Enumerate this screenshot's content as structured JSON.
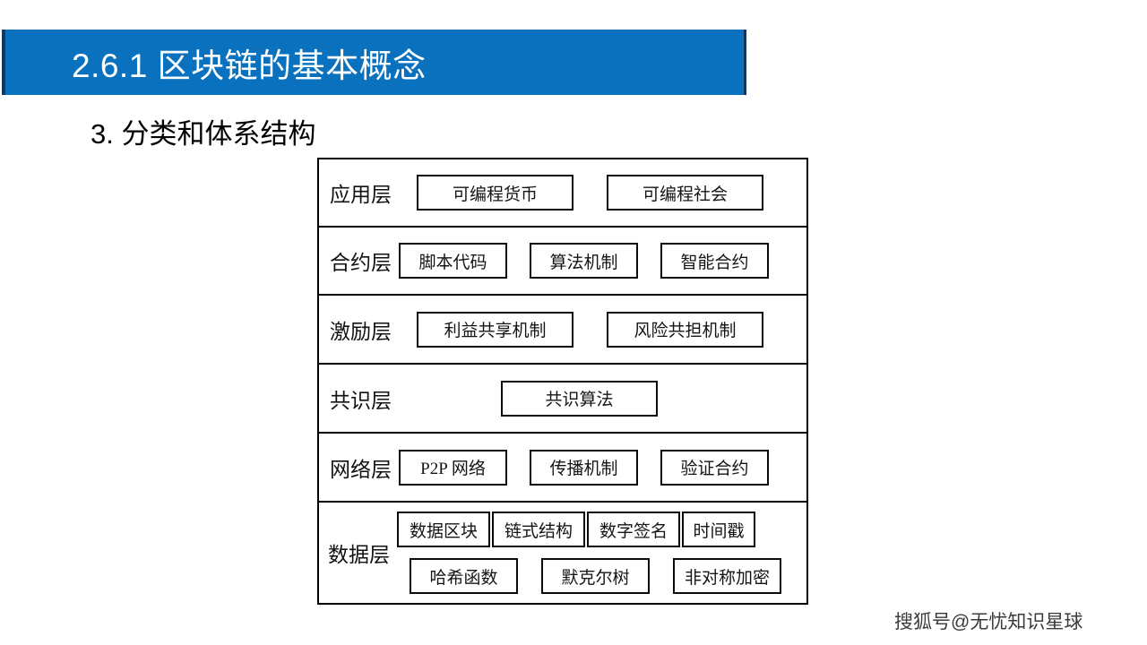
{
  "slide": {
    "title": "2.6.1 区块链的基本概念",
    "subtitle": "3. 分类和体系结构",
    "watermark": "搜狐号@无忧知识星球",
    "colors": {
      "banner_blue": "#0a71be",
      "banner_border": "#17365d",
      "title_text": "#ffffff",
      "body_text": "#000000",
      "box_border": "#0a0a0a",
      "background": "#ffffff"
    }
  },
  "diagram": {
    "type": "layered-architecture",
    "layers": [
      {
        "label": "应用层",
        "items": [
          "可编程货币",
          "可编程社会"
        ]
      },
      {
        "label": "合约层",
        "items": [
          "脚本代码",
          "算法机制",
          "智能合约"
        ]
      },
      {
        "label": "激励层",
        "items": [
          "利益共享机制",
          "风险共担机制"
        ]
      },
      {
        "label": "共识层",
        "items": [
          "共识算法"
        ]
      },
      {
        "label": "网络层",
        "items": [
          "P2P 网络",
          "传播机制",
          "验证合约"
        ]
      },
      {
        "label": "数据层",
        "items_row1": [
          "数据区块",
          "链式结构",
          "数字签名",
          "时间戳"
        ],
        "items_row2": [
          "哈希函数",
          "默克尔树",
          "非对称加密"
        ]
      }
    ]
  }
}
